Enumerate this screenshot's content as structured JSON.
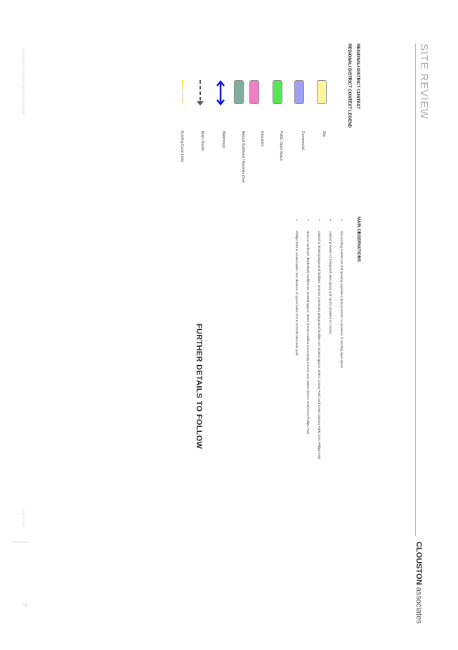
{
  "header": {
    "title": "SITE REVIEW",
    "brand_name": "CLOUSTON",
    "brand_suffix": "associates"
  },
  "legend": {
    "heading1": "REGIONAL/ DISTRICT CONTEXT",
    "heading2": "REGIONAL/ DISTRICT CONTEXT LEGEND",
    "items": [
      {
        "label": "Site",
        "color": "#fff59d"
      },
      {
        "label": "Commercial",
        "color": "#9f9ff8"
      },
      {
        "label": "Public Open Space",
        "color": "#55e855"
      },
      {
        "label": "Education",
        "color": "#f07fc8"
      },
      {
        "label": "Natural Bushland / Riparian Zone",
        "color": "#7faf9f"
      },
      {
        "label": "Waterways",
        "color": "#1010e0"
      },
      {
        "label": "Major Roads",
        "color": "#555555"
      },
      {
        "label": "Existing Cycle Links",
        "color": "#e6d200"
      }
    ]
  },
  "observations": {
    "heading": "MAIN OBSERVATIONS",
    "items": [
      "Surrounding residences and growing population puts pressure on provision of existing open space",
      "Limited provision of integrated open space and sports provision in context",
      "Limited to limited playground facilities. Nearest community playground facilities are located approx. 500m (Lomas Park) and 1200m (Moore Park) from Phillips Park",
      "Nearest hardcourt (basketball) facilities are located approx. 800m (Frank Caldera Community Centre) and 1300m (Moore Park) from Phillips Park",
      "Phillips Park is located within 1km distance of sports fields of G & M Smith Memorial park"
    ]
  },
  "main_notice": "FURTHER DETAILS TO FOLLOW",
  "footer": {
    "left_text": "PHILLIPS PARK UPGRADE MASTERPLAN REPORT",
    "right_text": "AUGUST 2011",
    "page_number": "7"
  }
}
